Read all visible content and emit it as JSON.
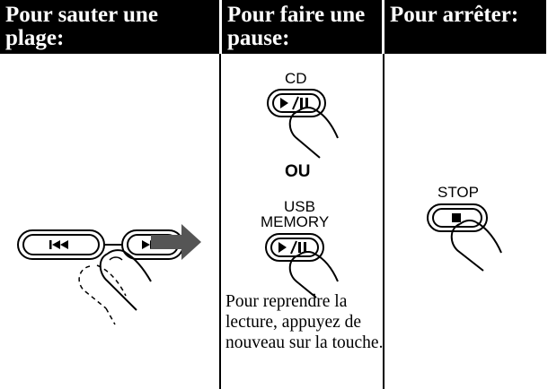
{
  "headers": {
    "skip": "Pour sauter une plage:",
    "pause": "Pour faire une pause:",
    "stop": "Pour arrêter:"
  },
  "labels": {
    "cd": "CD",
    "or": "OU",
    "usb": "USB",
    "memory": "MEMORY",
    "stop": "STOP"
  },
  "resume_text": "Pour reprendre la lecture, appuyez de nouveau sur la touche."
}
